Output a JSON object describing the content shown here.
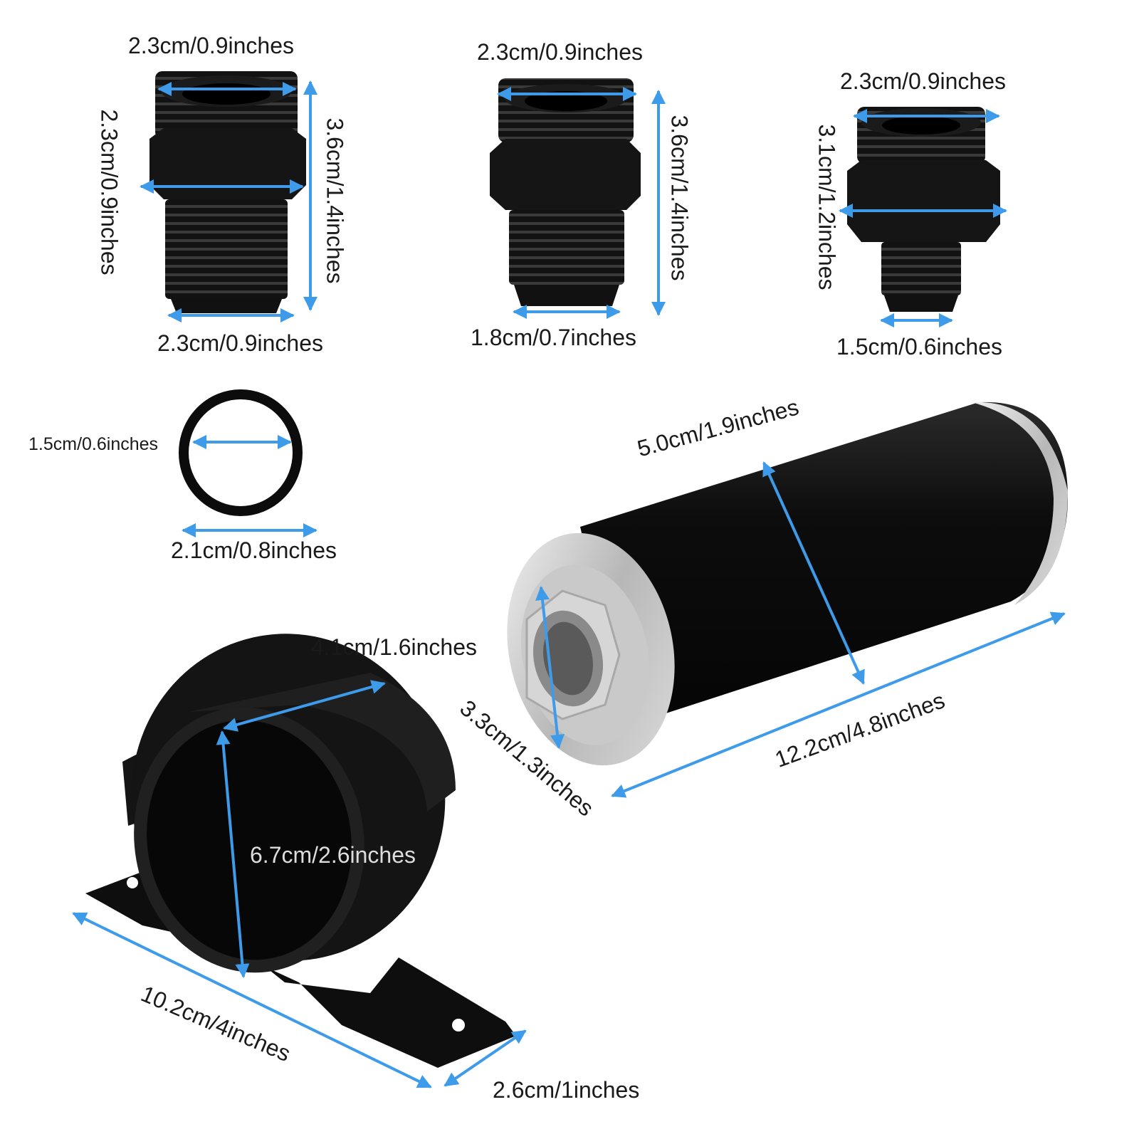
{
  "accent_color": "#3d9be9",
  "items": [
    {
      "name": "fitting-large",
      "dimensions": [
        "2.3cm/0.9inches",
        "2.3cm/0.9inches",
        "3.6cm/1.4inches",
        "2.3cm/0.9inches"
      ]
    },
    {
      "name": "fitting-medium",
      "dimensions": [
        "2.3cm/0.9inches",
        "3.6cm/1.4inches",
        "1.8cm/0.7inches"
      ]
    },
    {
      "name": "fitting-small",
      "dimensions": [
        "2.3cm/0.9inches",
        "3.1cm/1.2inches",
        "1.5cm/0.6inches"
      ]
    },
    {
      "name": "o-ring",
      "dimensions": [
        "1.5cm/0.6inches",
        "2.1cm/0.8inches"
      ]
    },
    {
      "name": "fuel-filter",
      "dimensions": [
        "5.0cm/1.9inches",
        "3.3cm/1.3inches",
        "12.2cm/4.8inches"
      ]
    },
    {
      "name": "mounting-bracket",
      "dimensions": [
        "4.1cm/1.6inches",
        "6.7cm/2.6inches",
        "10.2cm/4inches",
        "2.6cm/1inches"
      ]
    }
  ]
}
